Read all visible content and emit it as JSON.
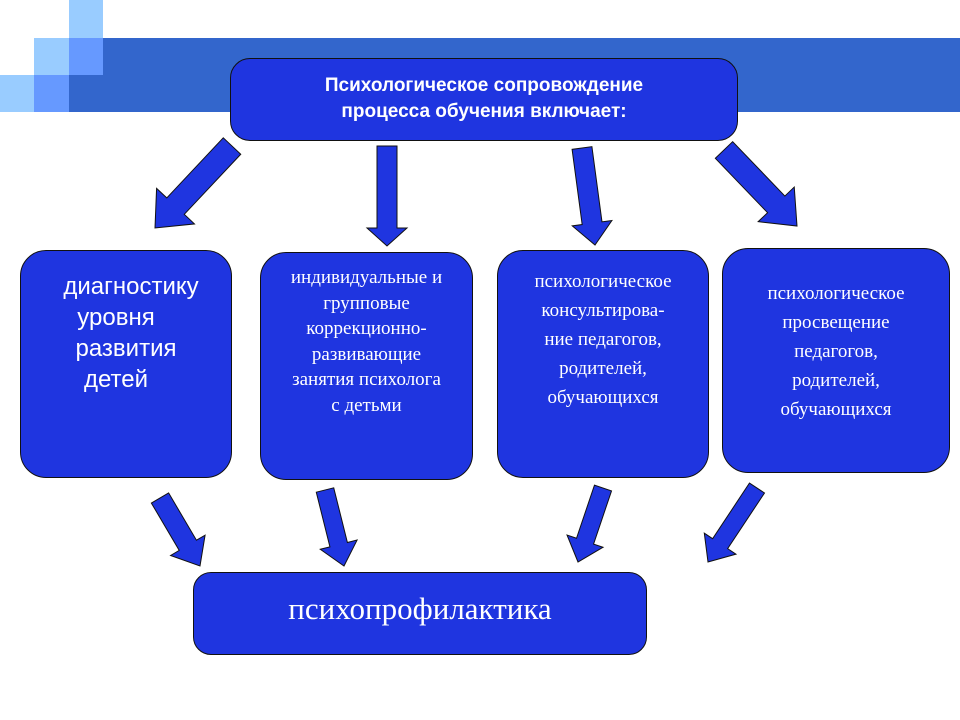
{
  "title": [
    "Психологическое сопровождение",
    "процесса обучения включает:"
  ],
  "boxes": [
    {
      "lines": [
        "диагностику",
        "уровня",
        "развития",
        "детей"
      ]
    },
    {
      "lines": [
        "индивидуальные и",
        "групповые",
        "коррекционно-",
        "развивающие",
        "занятия психолога",
        "с детьми"
      ]
    },
    {
      "lines": [
        "психологическое",
        "консультирова-",
        "ние педагогов,",
        "родителей,",
        "обучающихся"
      ]
    },
    {
      "lines": [
        "психологическое",
        "просвещение",
        "педагогов,",
        "родителей,",
        "обучающихся"
      ]
    }
  ],
  "bottom": "психопрофилактика",
  "colors": {
    "box": "#1f35e0",
    "banner": "#3366cc",
    "light": "#99ccff",
    "medium": "#6699ff"
  }
}
